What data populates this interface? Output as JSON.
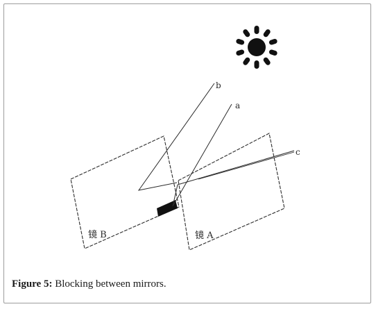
{
  "diagram": {
    "ray_labels": {
      "b": "b",
      "a": "a",
      "c": "c"
    },
    "mirror_labels": {
      "b": "镜 B",
      "a": "镜 A"
    },
    "sun_icon": "sun-icon",
    "colors": {
      "ink": "#2b2b2b",
      "blocked_area": "#111111"
    }
  },
  "caption": {
    "label": "Figure 5:",
    "text": " Blocking between mirrors."
  }
}
